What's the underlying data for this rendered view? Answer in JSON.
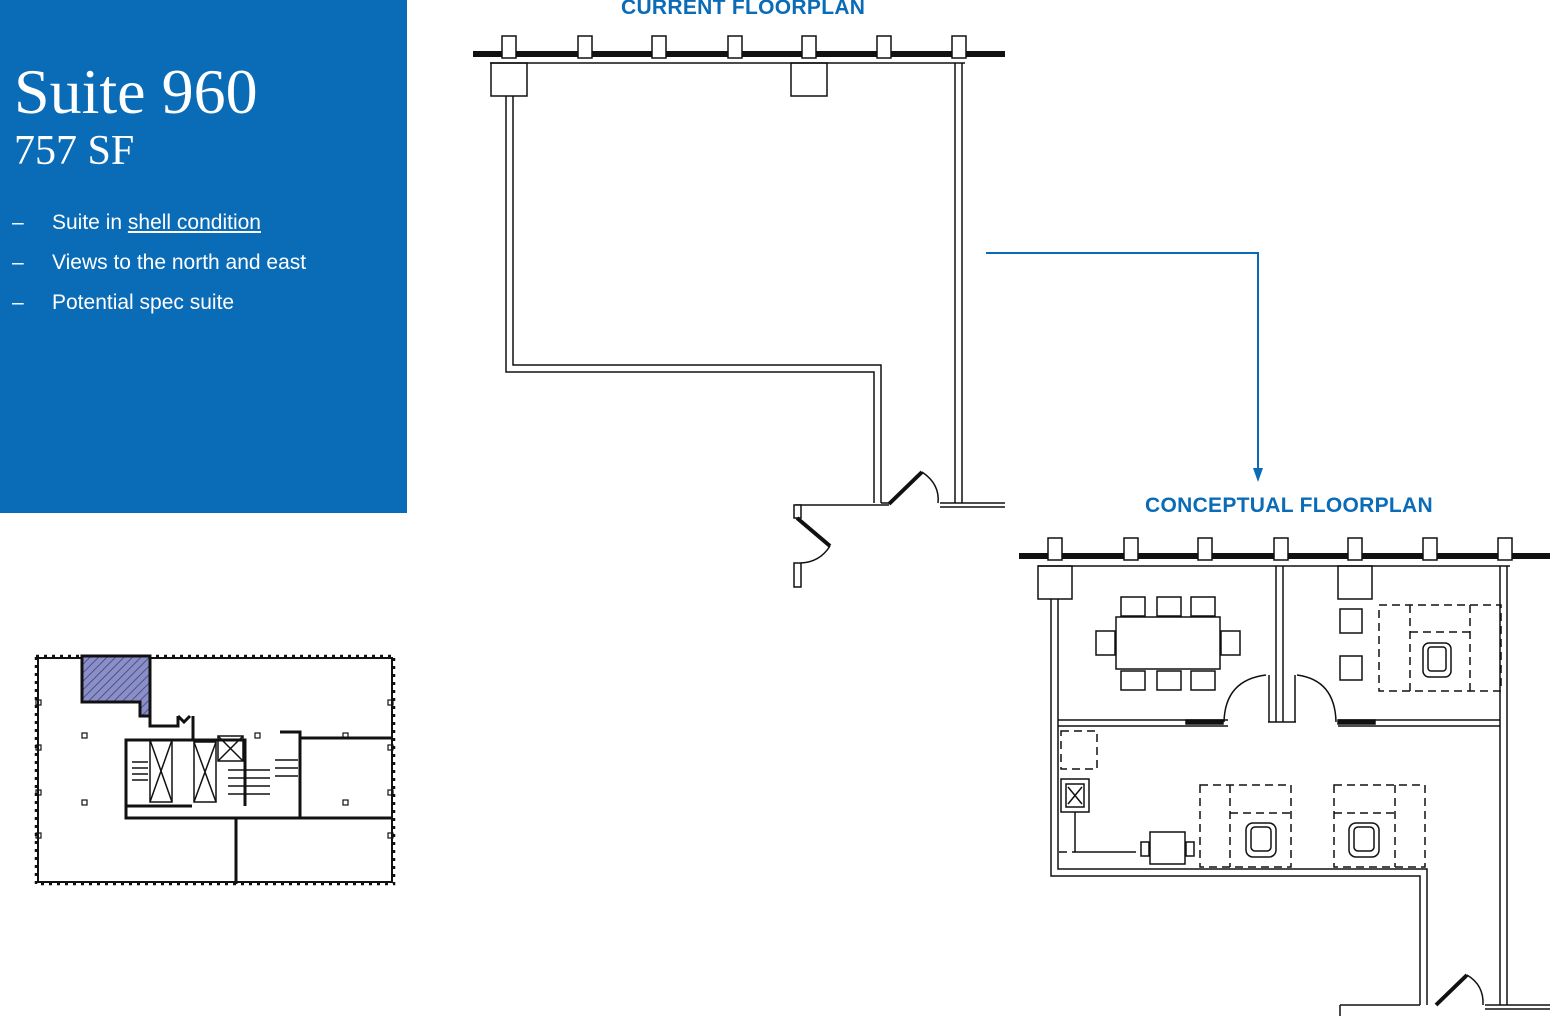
{
  "suite": {
    "title": "Suite 960",
    "size": "757 SF",
    "features": [
      {
        "dash": "–",
        "prefix": "Suite in ",
        "link": "shell condition"
      },
      {
        "dash": "–",
        "text": "Views to the north and east"
      },
      {
        "dash": "–",
        "text": "Potential spec suite"
      }
    ]
  },
  "floorplans": {
    "current_label": "CURRENT FLOORPLAN",
    "conceptual_label": "CONCEPTUAL FLOORPLAN"
  },
  "colors": {
    "brand_blue": "#0a6bb7",
    "highlight_suite": "#8b8fc8"
  },
  "icons": [
    "arrow-down-icon"
  ]
}
